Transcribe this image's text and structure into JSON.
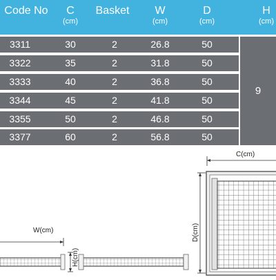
{
  "table": {
    "headers": [
      {
        "label": "Code No",
        "unit": ""
      },
      {
        "label": "C",
        "unit": "(cm)"
      },
      {
        "label": "Basket",
        "unit": ""
      },
      {
        "label": "W",
        "unit": "(cm)"
      },
      {
        "label": "D",
        "unit": "(cm)"
      },
      {
        "label": "H",
        "unit": "(cm)"
      }
    ],
    "rows": [
      {
        "code": "3311",
        "c": "30",
        "basket": "2",
        "w": "26.8",
        "d": "50"
      },
      {
        "code": "3322",
        "c": "35",
        "basket": "2",
        "w": "31.8",
        "d": "50"
      },
      {
        "code": "3333",
        "c": "40",
        "basket": "2",
        "w": "36.8",
        "d": "50"
      },
      {
        "code": "3344",
        "c": "45",
        "basket": "2",
        "w": "41.8",
        "d": "50"
      },
      {
        "code": "3355",
        "c": "50",
        "basket": "2",
        "w": "46.8",
        "d": "50"
      },
      {
        "code": "3377",
        "c": "60",
        "basket": "2",
        "w": "56.8",
        "d": "50"
      }
    ],
    "h_value": "9"
  },
  "diagram": {
    "c_label": "C(cm)",
    "d_label": "D(cm)",
    "w_label": "W(cm)",
    "h_label": "H(cm)"
  },
  "colors": {
    "header_bg": "#42b3de",
    "row_bg": "#6b6e73",
    "text_on_dark": "#ffffff"
  }
}
